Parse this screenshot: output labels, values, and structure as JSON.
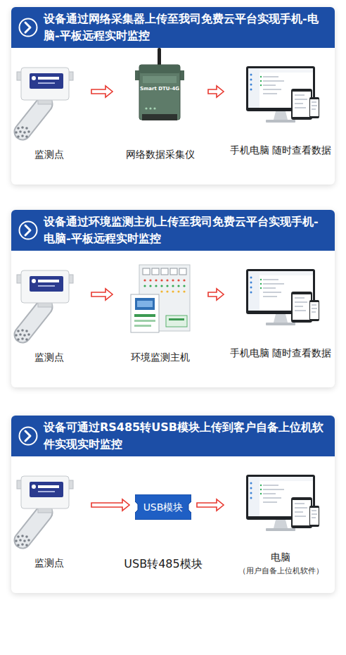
{
  "diagram": {
    "nodes": [
      {
        "text": [
          "设备通过网络采集器上传至我司免费云平台实现手机-电脑-平板远程实时监控"
        ]
      },
      {
        "text": [
          "监测点"
        ],
        "in": 0
      },
      {
        "text": [
          "网络数据采集仪"
        ],
        "in": 0
      },
      {
        "text": [
          "手机电脑 随时查看数据"
        ],
        "in": 0
      },
      {
        "text": [
          "设备通过环境监测主机上传至我司免费云平台实现手机-电脑-平板远程实时监控"
        ]
      },
      {
        "text": [
          "监测点"
        ],
        "in": 4
      },
      {
        "text": [
          "环境监测主机"
        ],
        "in": 4
      },
      {
        "text": [
          "手机电脑 随时查看数据"
        ],
        "in": 4
      },
      {
        "text": [
          "设备可通过RS485转USB模块上传到客户自备上位机软件实现实时监控"
        ]
      },
      {
        "text": [
          "监测点"
        ],
        "in": 8
      },
      {
        "text": [
          "USB模块",
          "USB转485模块"
        ],
        "in": 8
      },
      {
        "text": [
          "电脑",
          "（用户自备上位机软件）"
        ],
        "in": 8
      }
    ],
    "edges": [
      {
        "from": 1,
        "to": 2,
        "arrow": "to"
      },
      {
        "from": 2,
        "to": 3,
        "arrow": "to"
      },
      {
        "from": 5,
        "to": 6,
        "arrow": "to"
      },
      {
        "from": 6,
        "to": 7,
        "arrow": "to"
      },
      {
        "from": 9,
        "to": 10,
        "arrow": "to"
      },
      {
        "from": 10,
        "to": 11,
        "arrow": "to"
      }
    ],
    "labels": [
      "Smart DTU-4G"
    ]
  }
}
